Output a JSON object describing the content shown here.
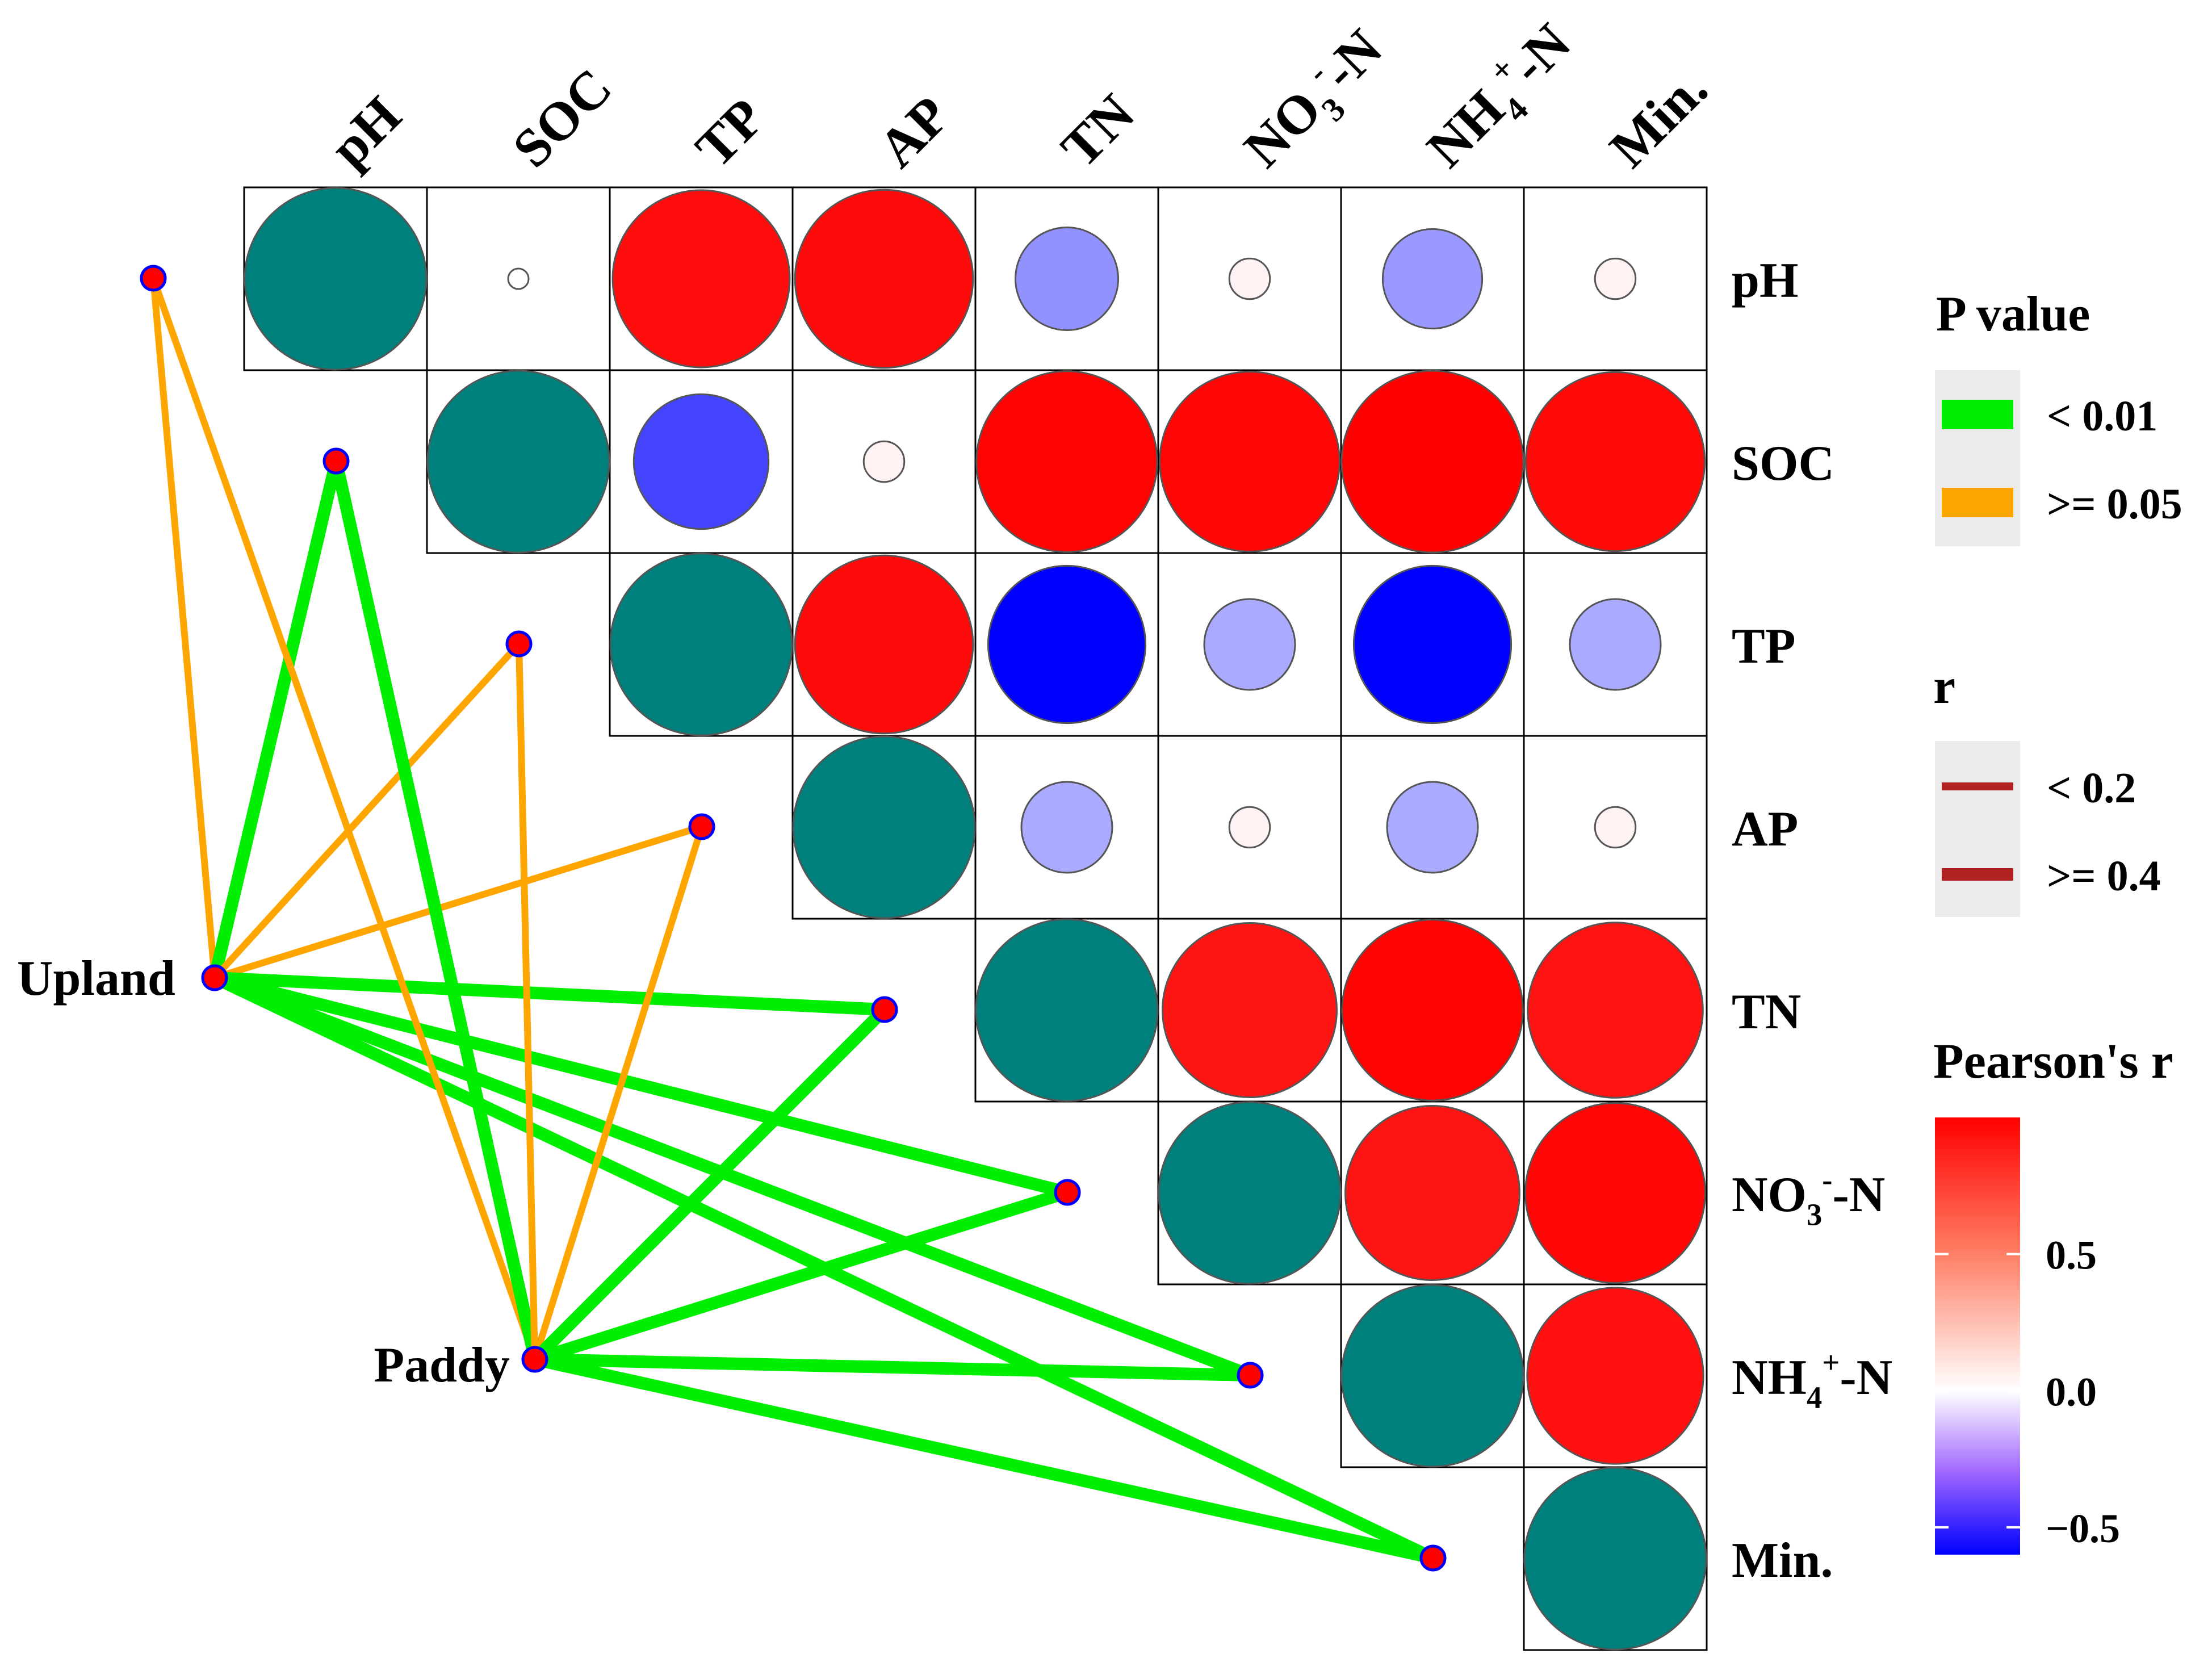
{
  "chart_data": {
    "type": "heatmap",
    "variables": [
      {
        "base": "pH",
        "sub": "",
        "sup": "",
        "tail": ""
      },
      {
        "base": "SOC",
        "sub": "",
        "sup": "",
        "tail": ""
      },
      {
        "base": "TP",
        "sub": "",
        "sup": "",
        "tail": ""
      },
      {
        "base": "AP",
        "sub": "",
        "sup": "",
        "tail": ""
      },
      {
        "base": "TN",
        "sub": "",
        "sup": "",
        "tail": ""
      },
      {
        "base": "NO",
        "sub": "3",
        "sup": "-",
        "tail": "-N"
      },
      {
        "base": "NH",
        "sub": "4",
        "sup": "+",
        "tail": "-N"
      },
      {
        "base": "Min.",
        "sub": "",
        "sup": "",
        "tail": ""
      }
    ],
    "correlation_matrix": [
      [
        1.0,
        0.0,
        0.95,
        0.96,
        -0.32,
        0.05,
        -0.3,
        0.05
      ],
      [
        null,
        1.0,
        -0.55,
        0.05,
        0.99,
        0.98,
        1.0,
        0.97
      ],
      [
        null,
        null,
        1.0,
        0.96,
        -0.75,
        -0.25,
        -0.75,
        -0.25
      ],
      [
        null,
        null,
        null,
        1.0,
        -0.25,
        0.05,
        -0.25,
        0.05
      ],
      [
        null,
        null,
        null,
        null,
        1.0,
        0.92,
        0.99,
        0.93
      ],
      [
        null,
        null,
        null,
        null,
        null,
        1.0,
        0.92,
        0.98
      ],
      [
        null,
        null,
        null,
        null,
        null,
        null,
        1.0,
        0.94
      ],
      [
        null,
        null,
        null,
        null,
        null,
        null,
        null,
        1.0
      ]
    ],
    "diagonal_color": "#00807c",
    "groups": [
      "Upland",
      "Paddy"
    ],
    "mantel_links": [
      {
        "from": "Upland",
        "to": "pH",
        "p": ">= 0.05",
        "r": "< 0.2"
      },
      {
        "from": "Upland",
        "to": "SOC",
        "p": "< 0.01",
        "r": ">= 0.4"
      },
      {
        "from": "Upland",
        "to": "TP",
        "p": ">= 0.05",
        "r": "< 0.2"
      },
      {
        "from": "Upland",
        "to": "AP",
        "p": ">= 0.05",
        "r": "< 0.2"
      },
      {
        "from": "Upland",
        "to": "TN",
        "p": "< 0.01",
        "r": ">= 0.4"
      },
      {
        "from": "Upland",
        "to": "NO3--N",
        "p": "< 0.01",
        "r": ">= 0.4"
      },
      {
        "from": "Upland",
        "to": "NH4+-N",
        "p": "< 0.01",
        "r": ">= 0.4"
      },
      {
        "from": "Upland",
        "to": "Min.",
        "p": "< 0.01",
        "r": ">= 0.4"
      },
      {
        "from": "Paddy",
        "to": "pH",
        "p": ">= 0.05",
        "r": "< 0.2"
      },
      {
        "from": "Paddy",
        "to": "SOC",
        "p": "< 0.01",
        "r": ">= 0.4"
      },
      {
        "from": "Paddy",
        "to": "TP",
        "p": ">= 0.05",
        "r": "< 0.2"
      },
      {
        "from": "Paddy",
        "to": "AP",
        "p": ">= 0.05",
        "r": "< 0.2"
      },
      {
        "from": "Paddy",
        "to": "TN",
        "p": "< 0.01",
        "r": ">= 0.4"
      },
      {
        "from": "Paddy",
        "to": "NO3--N",
        "p": "< 0.01",
        "r": ">= 0.4"
      },
      {
        "from": "Paddy",
        "to": "NH4+-N",
        "p": "< 0.01",
        "r": ">= 0.4"
      },
      {
        "from": "Paddy",
        "to": "Min.",
        "p": "< 0.01",
        "r": ">= 0.4"
      }
    ],
    "legend": {
      "p_title": "P value",
      "p_items": [
        {
          "label": "< 0.01",
          "color": "#00ee00"
        },
        {
          "label": ">= 0.05",
          "color": "#ffa500"
        }
      ],
      "r_title": "r",
      "r_items": [
        {
          "label": "< 0.2",
          "color": "#b22222"
        },
        {
          "label": ">= 0.4",
          "color": "#b22222"
        }
      ],
      "colorbar_title": "Pearson's r",
      "colorbar_ticks": [
        "0.5",
        "0.0",
        "−0.5"
      ],
      "colorbar_tick_values": [
        0.5,
        0.0,
        -0.5
      ],
      "colorbar_range": [
        -0.6,
        1.0
      ],
      "colorbar_colors": {
        "neg": "#0000ff",
        "mid": "#ffffff",
        "pos": "#ff0000"
      }
    }
  }
}
